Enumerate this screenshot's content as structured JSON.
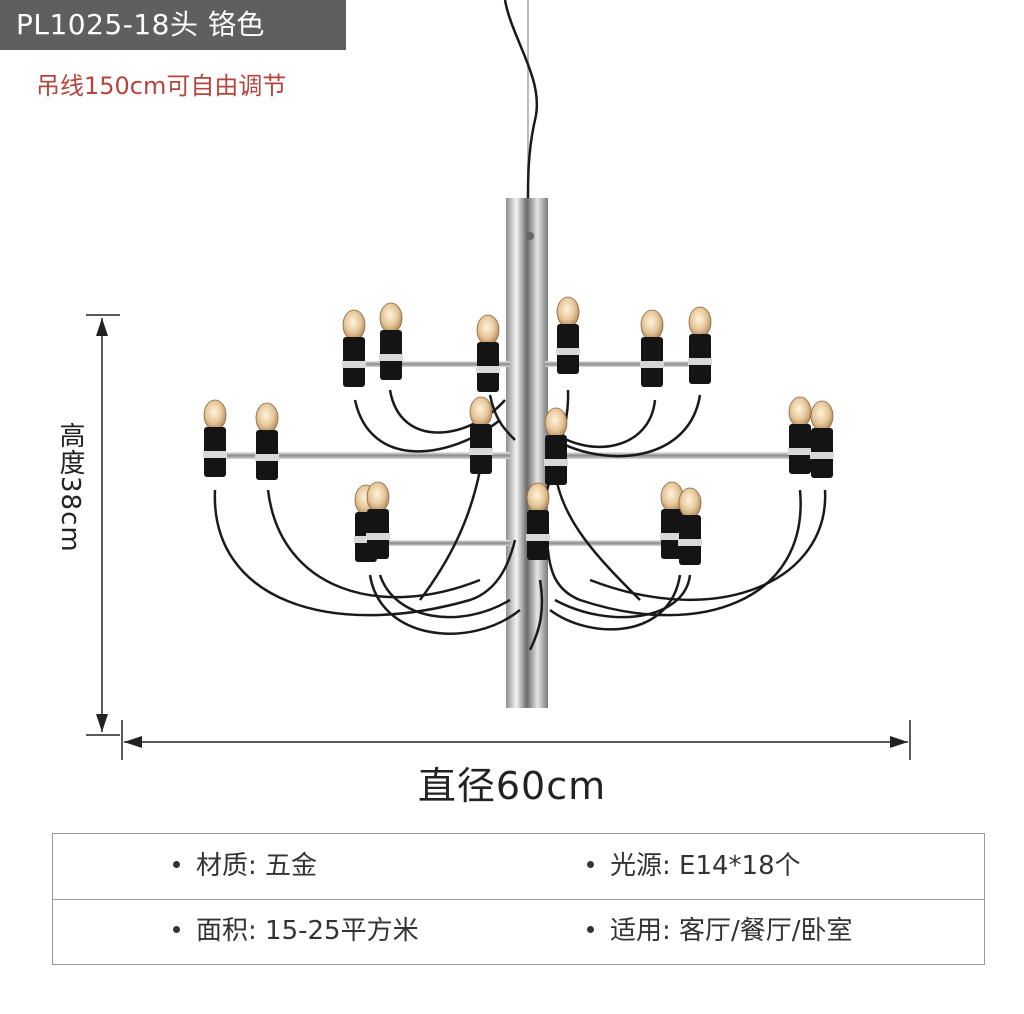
{
  "header": {
    "title": "PL1025-18头 铬色",
    "cable_note": "吊线150cm可自由调节"
  },
  "dimensions": {
    "height_label": "高度38cm",
    "width_label": "直径60cm"
  },
  "specs": [
    [
      {
        "label": "材质:",
        "value": "五金"
      },
      {
        "label": "光源:",
        "value": "E14*18个"
      }
    ],
    [
      {
        "label": "面积:",
        "value": "15-25平方米"
      },
      {
        "label": "适用:",
        "value": "客厅/餐厅/卧室"
      }
    ]
  ],
  "colors": {
    "title_bg": "#5f5f5f",
    "note_red": "#b5453c",
    "chrome": "#c8c8c8",
    "wire": "#1a1a1a",
    "bulb_glass": "#e6c79a"
  }
}
